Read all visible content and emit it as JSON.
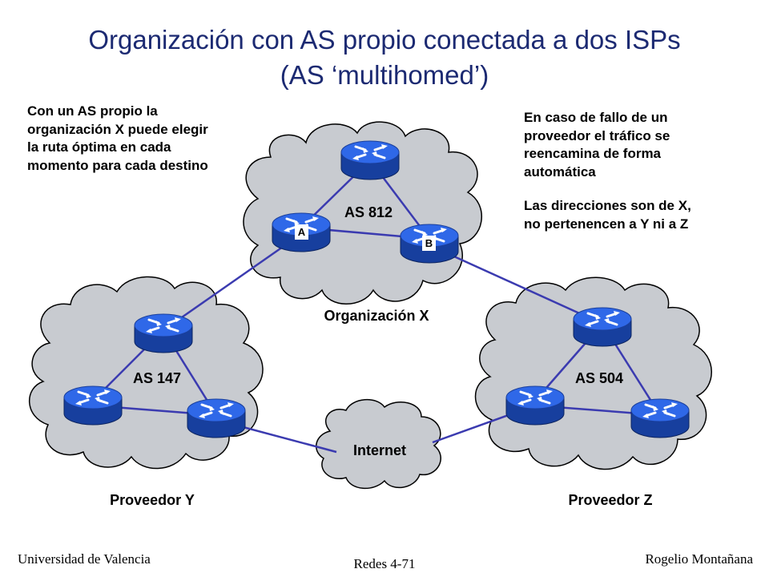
{
  "slide": {
    "title_line1": "Organización con AS propio conectada a dos ISPs",
    "title_line2": "(AS ‘multihomed’)"
  },
  "notes": {
    "left": [
      "Con un AS propio la",
      "organización X puede elegir",
      "la ruta óptima en cada",
      "momento  para cada destino"
    ],
    "right_p1": [
      "En caso de fallo de un",
      "proveedor el tráfico se",
      "reencamina de forma",
      "automática"
    ],
    "right_p2": [
      "Las direcciones son de X,",
      "no pertenencen a Y ni a Z"
    ]
  },
  "clouds": {
    "org_x": {
      "as_label": "AS 812",
      "caption": "Organización X"
    },
    "provider_y": {
      "as_label": "AS 147",
      "caption": "Proveedor Y"
    },
    "provider_z": {
      "as_label": "AS 504",
      "caption": "Proveedor Z"
    },
    "internet": {
      "label": "Internet"
    }
  },
  "router_labels": {
    "a": "A",
    "b": "B"
  },
  "footer": {
    "left": "Universidad de Valencia",
    "center": "Redes 4-71",
    "right": "Rogelio Montañana"
  },
  "colors": {
    "title": "#1c2a72",
    "link": "#3b3bb0",
    "cloud_fill": "#c8cbd0",
    "cloud_outline": "#000000",
    "router_top": "#2f68e8",
    "router_side": "#173f9e"
  },
  "icons": [
    "router-icon",
    "cloud-icon"
  ]
}
